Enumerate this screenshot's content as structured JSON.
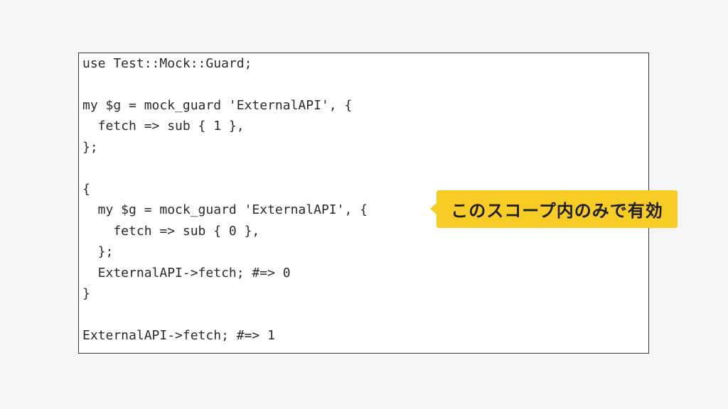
{
  "code_lines": [
    "use Test::Mock::Guard;",
    "",
    "my $g = mock_guard 'ExternalAPI', {",
    "  fetch => sub { 1 },",
    "};",
    "",
    "{",
    "  my $g = mock_guard 'ExternalAPI', {",
    "    fetch => sub { 0 },",
    "  };",
    "  ExternalAPI->fetch; #=> 0",
    "}",
    "",
    "ExternalAPI->fetch; #=> 1"
  ],
  "callout": {
    "text": "このスコープ内のみで有効"
  },
  "colors": {
    "background": "#f6f6f6",
    "code_background": "#ffffff",
    "code_border": "#3a3a3a",
    "code_text": "#2b2b2b",
    "callout_background": "#f6cc25",
    "callout_text": "#1f1f1f"
  }
}
